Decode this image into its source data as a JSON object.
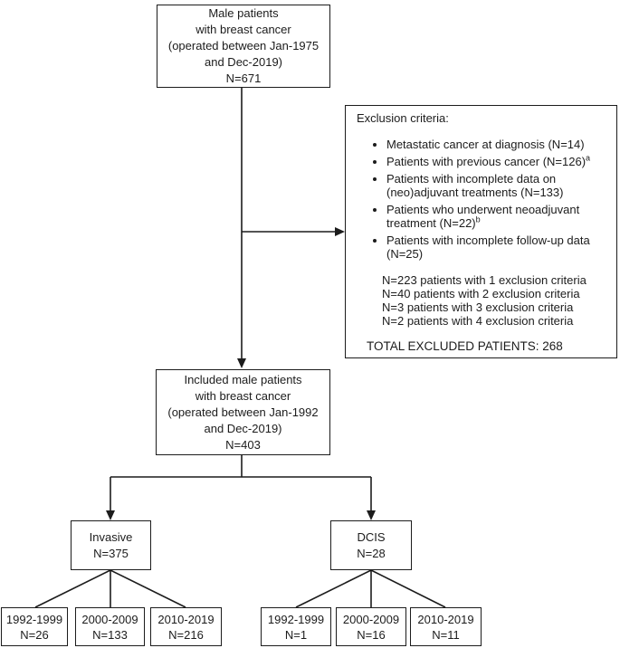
{
  "diagram": {
    "top_box": {
      "lines": [
        "Male patients",
        "with breast cancer",
        "(operated between Jan-1975",
        "and Dec-2019)",
        "N=671"
      ]
    },
    "exclusion_box": {
      "title": "Exclusion criteria:",
      "bullets": [
        {
          "text": "Metastatic cancer at diagnosis (N=14)",
          "sup": ""
        },
        {
          "text": "Patients with previous cancer (N=126)",
          "sup": "a"
        },
        {
          "text": "Patients with incomplete data on (neo)adjuvant treatments (N=133)",
          "sup": ""
        },
        {
          "text": "Patients who underwent neoadjuvant treatment (N=22)",
          "sup": "b"
        },
        {
          "text": "Patients with incomplete follow-up data (N=25)",
          "sup": ""
        }
      ],
      "counts": [
        "N=223 patients with 1 exclusion criteria",
        "N=40 patients with 2 exclusion criteria",
        "N=3 patients with 3 exclusion criteria",
        "N=2 patients with 4 exclusion criteria"
      ],
      "total": "TOTAL EXCLUDED PATIENTS: 268"
    },
    "included_box": {
      "lines": [
        "Included male patients",
        "with breast cancer",
        "(operated between Jan-1992",
        "and Dec-2019)",
        "N=403"
      ]
    },
    "invasive_box": {
      "label": "Invasive",
      "n": "N=375"
    },
    "dcis_box": {
      "label": "DCIS",
      "n": "N=28"
    },
    "invasive_periods": [
      {
        "label": "1992-1999",
        "n": "N=26"
      },
      {
        "label": "2000-2009",
        "n": "N=133"
      },
      {
        "label": "2010-2019",
        "n": "N=216"
      }
    ],
    "dcis_periods": [
      {
        "label": "1992-1999",
        "n": "N=1"
      },
      {
        "label": "2000-2009",
        "n": "N=16"
      },
      {
        "label": "2010-2019",
        "n": "N=11"
      }
    ]
  },
  "colors": {
    "background": "#ffffff",
    "ink": "#1c1c1c"
  }
}
